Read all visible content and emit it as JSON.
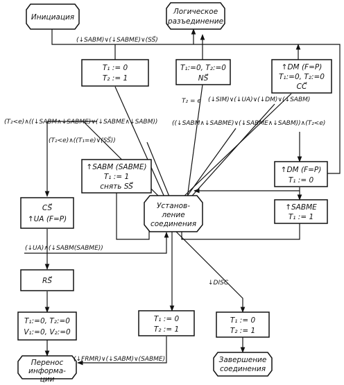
{
  "nodes": {
    "init": {
      "lines": [
        "Инициация"
      ]
    },
    "logical_disconnect": {
      "lines": [
        "Логическое",
        "разъединение"
      ]
    },
    "establish": {
      "lines": [
        "Установ-",
        "ление",
        "соединения"
      ]
    },
    "transfer": {
      "lines": [
        "Перенос",
        "информа-",
        "ции"
      ]
    },
    "complete": {
      "lines": [
        "Завершение",
        "соединения"
      ]
    },
    "timers_a": {
      "lines": [
        "T₁ := 0",
        "T₂ := 1"
      ]
    },
    "timers_ns": {
      "lines": [
        "T₁:=0, T₂:=0",
        "NS⃗"
      ]
    },
    "dm_cc": {
      "lines": [
        "↑DM (F=P)",
        "T₁:=0, T₂:=0",
        "CC⃗"
      ]
    },
    "sabm": {
      "lines": [
        "↑SABM (SABME)",
        "T₁ := 1",
        "снять SS⃗"
      ]
    },
    "dm_f": {
      "lines": [
        "↑DM (F=P)",
        "T₁ := 0"
      ]
    },
    "cs_ua": {
      "lines": [
        "CS⃗",
        "↑UA (F=P)"
      ]
    },
    "sabme": {
      "lines": [
        "↑SABME",
        "T₁ := 1"
      ]
    },
    "rs": {
      "lines": [
        "RS⃗"
      ]
    },
    "timers_v": {
      "lines": [
        "T₁:=0, T₂:=0",
        "V₁:=0, V₂:=0"
      ]
    },
    "timers_b": {
      "lines": [
        "T₁ := 0",
        "T₂ := 1"
      ]
    },
    "timers_c": {
      "lines": [
        "T₁ := 0",
        "T₂ := 1"
      ]
    }
  },
  "edge_labels": {
    "top": "(↓SABM)∨(↓SABME)∨(SS⃗)",
    "t2e": "T₂ = e",
    "disc_cond": "(↓SIM)∨(↓UA)∨(↓DM)∨(↓SABM)",
    "left_cond": "(T₂<e)∧((↓SABM∧↓SABME)∨(↓SABME∧↓SABM))",
    "mid_cond": "(T₂<e)∧((T₁=e)∨(SS⃗))",
    "right_cond": "((↓SABM∧↓SABME)∨(↓SABME∧↓SABM))∧(T₂<e)",
    "ua_cond": "(↓UA)∧(↓SABM(SABME))",
    "disc": "↓DISC",
    "bottom": "(↓FRMR)∨(↓SABM)∨(SABME)"
  }
}
